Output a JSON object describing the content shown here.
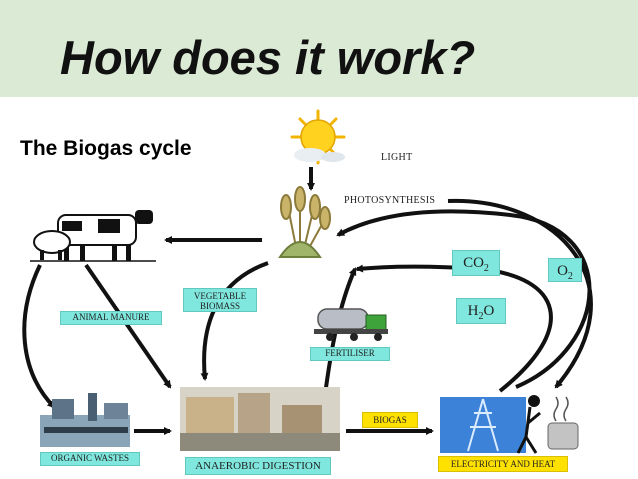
{
  "header": {
    "title": "How does it work?"
  },
  "subtitle": "The Biogas cycle",
  "labels": {
    "light": "LIGHT",
    "photosynthesis": "PHOTOSYNTHESIS",
    "animal_manure": "ANIMAL MANURE",
    "vegetable_biomass_line1": "VEGETABLE",
    "vegetable_biomass_line2": "BIOMASS",
    "fertiliser": "FERTILISER",
    "co2": "CO",
    "co2_sub": "2",
    "h2o_h": "H",
    "h2o_sub": "2",
    "h2o_o": "O",
    "o2": "O",
    "o2_sub": "2",
    "organic_wastes": "ORGANIC WASTES",
    "anaerobic_digestion": "ANAEROBIC DIGESTION",
    "biogas": "BIOGAS",
    "electricity_and_heat": "ELECTRICITY AND HEAT"
  },
  "icons": [
    "sun-icon",
    "wheat-plant-icon",
    "livestock-icon",
    "tanker-truck-icon",
    "factory-icon",
    "digester-plant-icon",
    "power-pylon-icon",
    "person-heater-icon"
  ],
  "colors": {
    "title_band": "#dbead5",
    "label_box": "#7fe7dd",
    "biogas_box": "#ffe100"
  }
}
